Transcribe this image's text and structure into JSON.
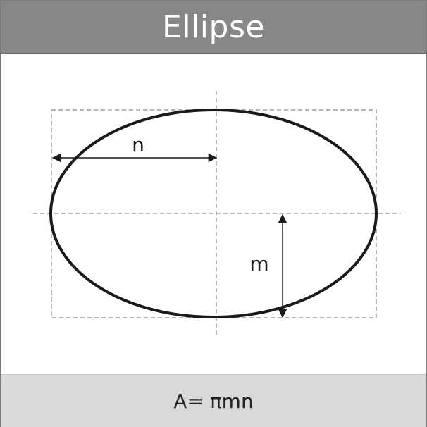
{
  "title": "Ellipse",
  "labels": {
    "semi_major": "n",
    "semi_minor": "m"
  },
  "formula": "A= πmn",
  "colors": {
    "header_bg": "#878787",
    "footer_bg": "#d9d9db",
    "guide": "#8a8a8a",
    "stroke": "#1a1a1a"
  }
}
